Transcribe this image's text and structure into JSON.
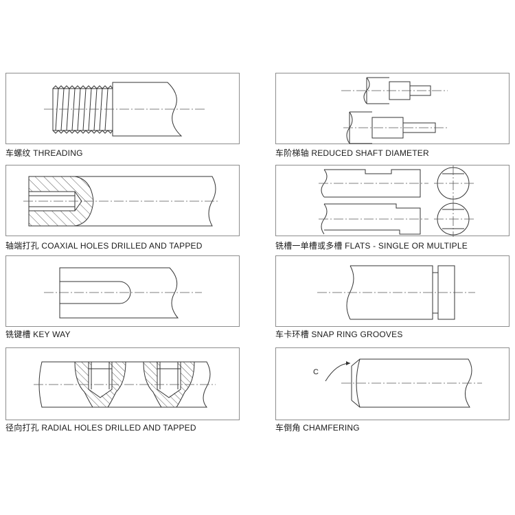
{
  "captions": {
    "threading": "车螺纹 THREADING",
    "reduced_shaft": "车阶梯轴 REDUCED SHAFT DIAMETER",
    "coaxial_holes": "轴端打孔 COAXIAL HOLES DRILLED AND TAPPED",
    "flats": "铣槽一单槽或多槽 FLATS - SINGLE OR MULTIPLE",
    "key_way": "铣键槽 KEY WAY",
    "snap_ring": "车卡环槽 SNAP RING GROOVES",
    "radial_holes": "径向打孔 RADIAL HOLES DRILLED AND TAPPED",
    "chamfering": "车倒角 CHAMFERING"
  },
  "labels": {
    "chamfer_symbol": "C"
  },
  "colors": {
    "line": "#333333",
    "border": "#8c8c8c",
    "text": "#1a1a1a"
  }
}
